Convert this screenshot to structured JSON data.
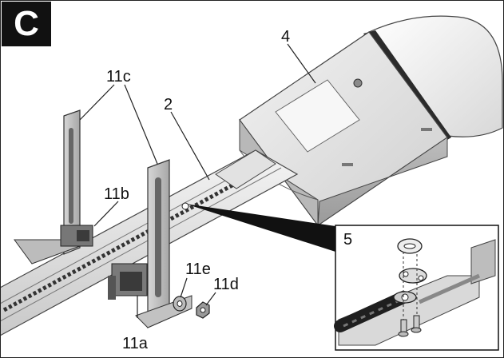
{
  "panel_letter": "C",
  "labels": {
    "motor_unit": "4",
    "rail": "2",
    "upper_brackets": "11c",
    "slider_bracket": "11b",
    "lower_bracket": "11a",
    "washer": "11e",
    "nut": "11d",
    "detail": "5"
  }
}
